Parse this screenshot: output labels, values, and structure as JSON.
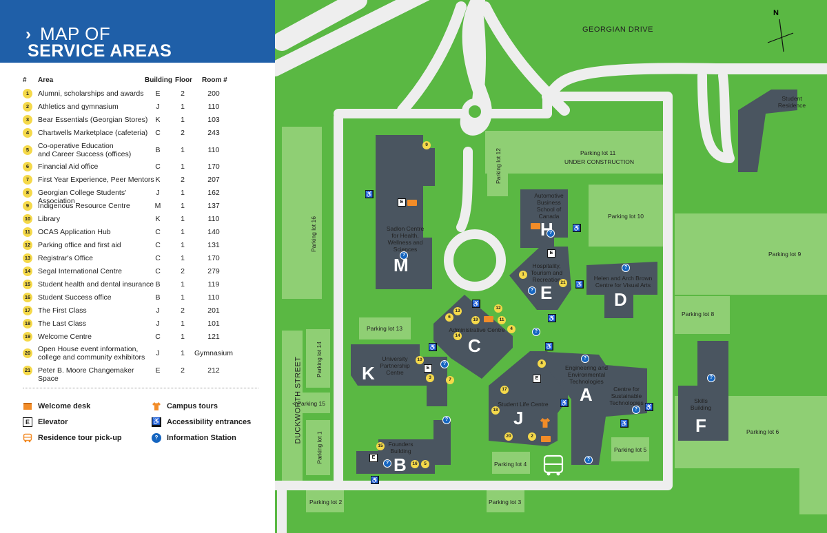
{
  "header": {
    "title_line1": "MAP OF",
    "title_line2": "SERVICE AREAS"
  },
  "table": {
    "columns": {
      "num": "#",
      "area": "Area",
      "building": "Building",
      "floor": "Floor",
      "room": "Room #"
    },
    "rows": [
      {
        "num": "1",
        "area": "Alumni, scholarships and awards",
        "building": "E",
        "floor": "2",
        "room": "200"
      },
      {
        "num": "2",
        "area": "Athletics and gymnasium",
        "building": "J",
        "floor": "1",
        "room": "110"
      },
      {
        "num": "3",
        "area": "Bear Essentials (Georgian Stores)",
        "building": "K",
        "floor": "1",
        "room": "103"
      },
      {
        "num": "4",
        "area": "Chartwells Marketplace (cafeteria)",
        "building": "C",
        "floor": "2",
        "room": "243"
      },
      {
        "num": "5",
        "area": "Co-operative Education\nand Career Success (offices)",
        "building": "B",
        "floor": "1",
        "room": "110"
      },
      {
        "num": "6",
        "area": "Financial Aid office",
        "building": "C",
        "floor": "1",
        "room": "170"
      },
      {
        "num": "7",
        "area": "First Year Experience, Peer Mentors",
        "building": "K",
        "floor": "2",
        "room": "207"
      },
      {
        "num": "8",
        "area": "Georgian College Students' Association",
        "building": "J",
        "floor": "1",
        "room": "162"
      },
      {
        "num": "9",
        "area": "Indigenous Resource Centre",
        "building": "M",
        "floor": "1",
        "room": "137"
      },
      {
        "num": "10",
        "area": "Library",
        "building": "K",
        "floor": "1",
        "room": "110"
      },
      {
        "num": "11",
        "area": "OCAS Application Hub",
        "building": "C",
        "floor": "1",
        "room": "140"
      },
      {
        "num": "12",
        "area": "Parking office and first aid",
        "building": "C",
        "floor": "1",
        "room": "131"
      },
      {
        "num": "13",
        "area": "Registrar's Office",
        "building": "C",
        "floor": "1",
        "room": "170"
      },
      {
        "num": "14",
        "area": "Segal International Centre",
        "building": "C",
        "floor": "2",
        "room": "279"
      },
      {
        "num": "15",
        "area": "Student health and dental insurance",
        "building": "B",
        "floor": "1",
        "room": "119"
      },
      {
        "num": "16",
        "area": "Student Success office",
        "building": "B",
        "floor": "1",
        "room": "110"
      },
      {
        "num": "17",
        "area": "The First Class",
        "building": "J",
        "floor": "2",
        "room": "201"
      },
      {
        "num": "18",
        "area": "The Last Class",
        "building": "J",
        "floor": "1",
        "room": "101"
      },
      {
        "num": "19",
        "area": "Welcome Centre",
        "building": "C",
        "floor": "1",
        "room": "121"
      },
      {
        "num": "20",
        "area": "Open House event information,\ncollege and community exhibitors",
        "building": "J",
        "floor": "1",
        "room": "Gymnasium"
      },
      {
        "num": "21",
        "area": "Peter B. Moore Changemaker Space",
        "building": "E",
        "floor": "2",
        "room": "212"
      }
    ]
  },
  "legend": {
    "welcome_desk": "Welcome desk",
    "elevator": "Elevator",
    "residence_tour": "Residence tour pick-up",
    "campus_tours": "Campus tours",
    "accessibility": "Accessibility entrances",
    "info_station": "Information Station",
    "elevator_glyph": "E",
    "info_glyph": "?"
  },
  "map": {
    "compass": "N",
    "streets": {
      "georgian_drive": "GEORGIAN DRIVE",
      "duckworth_street": "DUCKWORTH STREET"
    },
    "parking": {
      "lot11": "Parking lot 11",
      "lot11_note": "UNDER CONSTRUCTION",
      "lot12": "Parking lot 12",
      "lot10": "Parking lot 10",
      "lot9": "Parking lot 9",
      "lot8": "Parking lot 8",
      "lot16": "Parking lot 16",
      "lot13": "Parking lot 13",
      "lot14": "Parking lot 14",
      "lot15": "< Parking 15",
      "lot1": "Parking lot 1",
      "lot2": "Parking lot 2",
      "lot3": "Parking lot 3",
      "lot4": "Parking lot 4",
      "lot5": "Parking lot 5",
      "lot6": "Parking lot 6"
    },
    "buildings": {
      "M": {
        "letter": "M",
        "name": "Sadlon Centre\nfor Health,\nWellness and\nSciences"
      },
      "H": {
        "letter": "H",
        "name": "Automotive\nBusiness\nSchool of\nCanada"
      },
      "E": {
        "letter": "E",
        "name": "Hospitality,\nTourism and\nRecreation"
      },
      "D": {
        "letter": "D",
        "name": "Helen and Arch Brown\nCentre for Visual Arts"
      },
      "C": {
        "letter": "C",
        "name": "Administrative Centre"
      },
      "K": {
        "letter": "K",
        "name": "University\nPartnership\nCentre"
      },
      "J": {
        "letter": "J",
        "name": "Student Life Centre"
      },
      "A": {
        "letter": "A",
        "name": "Engineering and\nEnvironmental\nTechnologies"
      },
      "A2": {
        "name": "Centre for\nSustainable\nTechnologies"
      },
      "F": {
        "letter": "F",
        "name": "Skills\nBuilding"
      },
      "B": {
        "letter": "B",
        "name": "Founders\nBuilding"
      },
      "R": {
        "name": "Student\nResidence"
      }
    }
  },
  "colors": {
    "brand_blue": "#1f5fa8",
    "grass": "#5ab843",
    "building": "#4a5560",
    "road": "#eeeeee",
    "parking": "#8fcf74",
    "pin": "#f5d94a",
    "desk": "#f28c28",
    "info": "#1565c0"
  }
}
